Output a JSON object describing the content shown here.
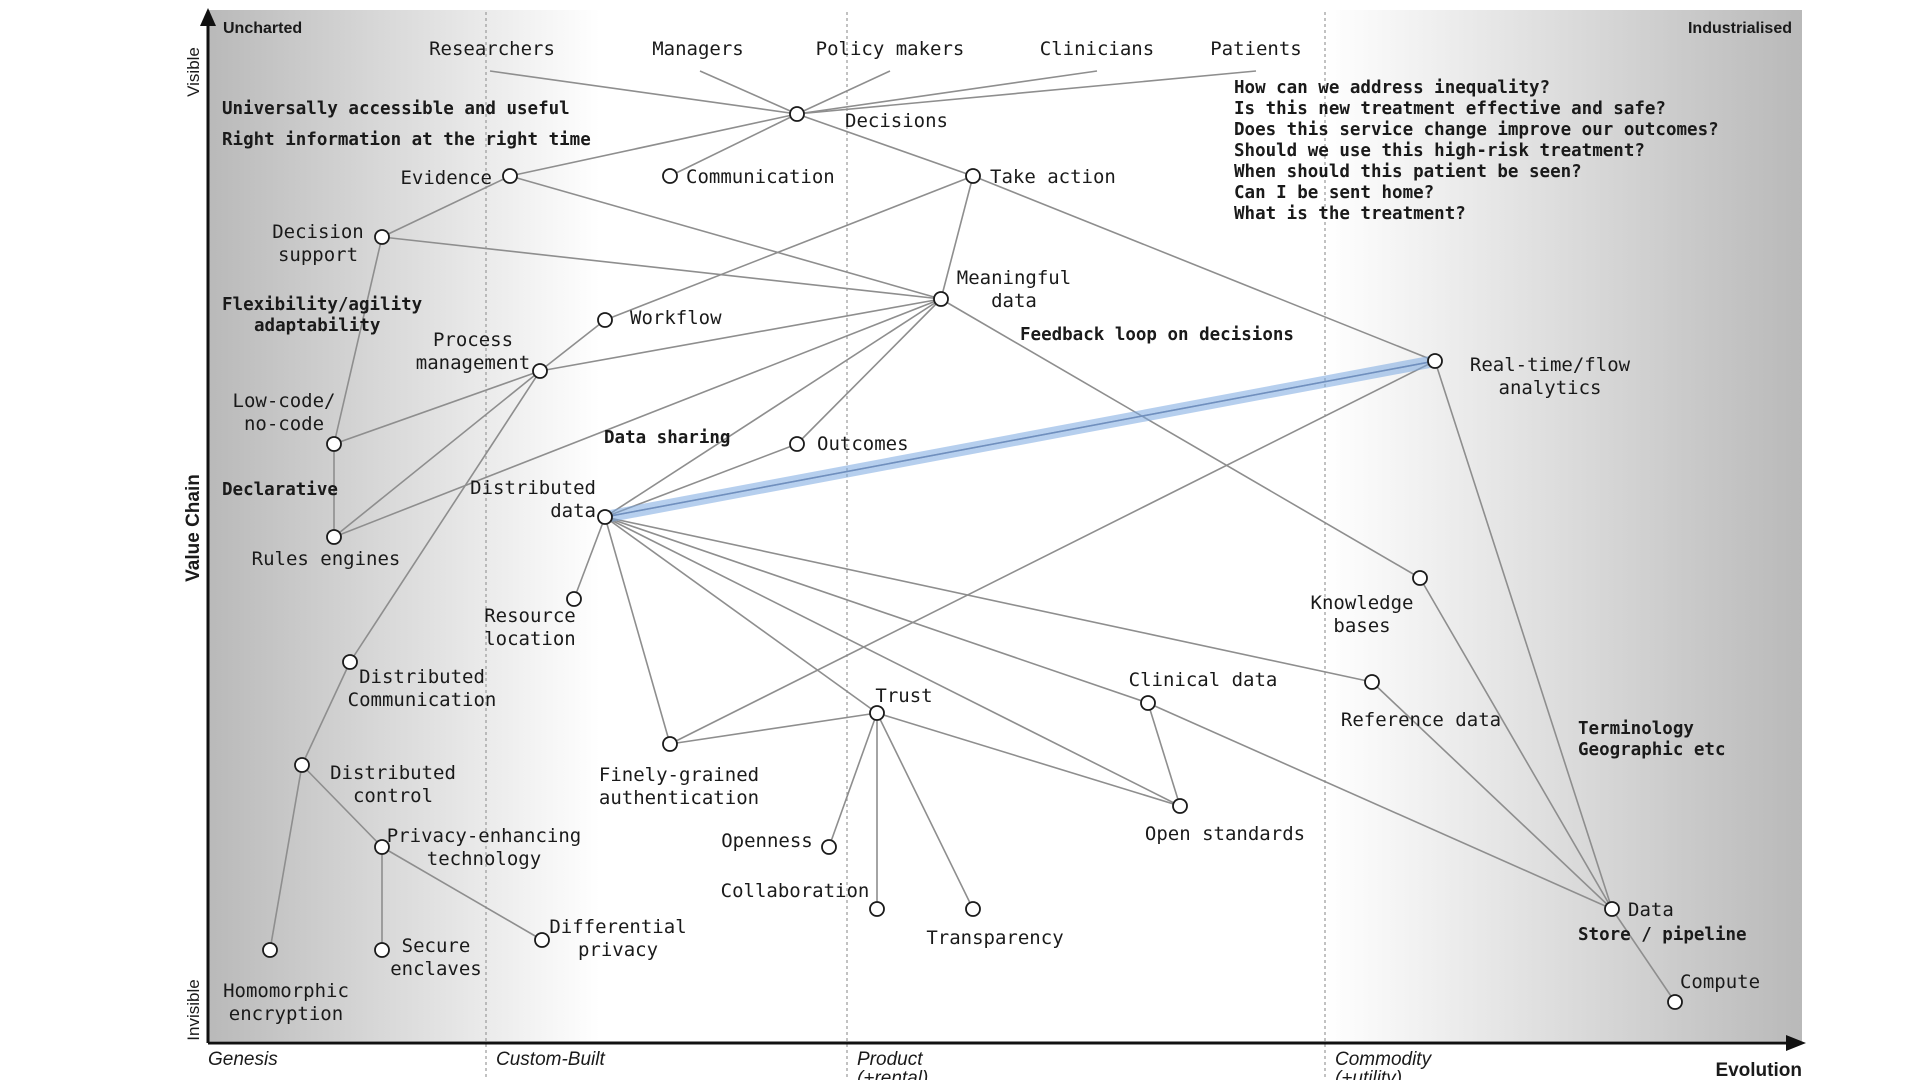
{
  "map": {
    "corners": {
      "uncharted": "Uncharted",
      "industrialised": "Industrialised"
    },
    "axes": {
      "y_title": "Value Chain",
      "y_top": "Visible",
      "y_bottom": "Invisible",
      "x_title": "Evolution"
    },
    "stages": [
      {
        "id": "genesis",
        "lines": [
          "Genesis"
        ]
      },
      {
        "id": "custom",
        "lines": [
          "Custom-Built"
        ]
      },
      {
        "id": "product",
        "lines": [
          "Product",
          "(+rental)"
        ]
      },
      {
        "id": "commodity",
        "lines": [
          "Commodity",
          "(+utility)"
        ]
      }
    ],
    "users": [
      "Researchers",
      "Managers",
      "Policy makers",
      "Clinicians",
      "Patients"
    ],
    "questions": [
      "How can we address inequality?",
      "Is this new treatment effective and safe?",
      "Does this service change improve our outcomes?",
      "Should we use this high-risk treatment?",
      "When should this patient be seen?",
      "Can I be sent home?",
      "What is the treatment?"
    ],
    "notes": {
      "universal": "Universally accessible and useful",
      "right_info": "Right information at the right time",
      "flex_1": "Flexibility/agility",
      "flex_2": "adaptability",
      "declarative": "Declarative",
      "data_sharing": "Data sharing",
      "feedback": "Feedback loop on decisions",
      "terminology_1": "Terminology",
      "terminology_2": "Geographic etc",
      "store": "Store / pipeline"
    },
    "components": [
      {
        "id": "decisions",
        "lines": [
          "Decisions"
        ]
      },
      {
        "id": "evidence",
        "lines": [
          "Evidence"
        ]
      },
      {
        "id": "communication",
        "lines": [
          "Communication"
        ]
      },
      {
        "id": "take-action",
        "lines": [
          "Take action"
        ]
      },
      {
        "id": "decision-support",
        "lines": [
          "Decision",
          "support"
        ]
      },
      {
        "id": "meaningful-data",
        "lines": [
          "Meaningful",
          "data"
        ]
      },
      {
        "id": "workflow",
        "lines": [
          "Workflow"
        ]
      },
      {
        "id": "process-management",
        "lines": [
          "Process",
          "management"
        ]
      },
      {
        "id": "low-code",
        "lines": [
          "Low-code/",
          "no-code"
        ]
      },
      {
        "id": "outcomes",
        "lines": [
          "Outcomes"
        ]
      },
      {
        "id": "distributed-data",
        "lines": [
          "Distributed",
          "data"
        ]
      },
      {
        "id": "rules-engines",
        "lines": [
          "Rules engines"
        ]
      },
      {
        "id": "realtime-analytics",
        "lines": [
          "Real-time/flow",
          "analytics"
        ]
      },
      {
        "id": "resource-location",
        "lines": [
          "Resource",
          "location"
        ]
      },
      {
        "id": "knowledge-bases",
        "lines": [
          "Knowledge",
          "bases"
        ]
      },
      {
        "id": "distributed-communication",
        "lines": [
          "Distributed",
          "Communication"
        ]
      },
      {
        "id": "clinical-data",
        "lines": [
          "Clinical data"
        ]
      },
      {
        "id": "reference-data",
        "lines": [
          "Reference data"
        ]
      },
      {
        "id": "trust",
        "lines": [
          "Trust"
        ]
      },
      {
        "id": "finely-grained-auth",
        "lines": [
          "Finely-grained",
          "authentication"
        ]
      },
      {
        "id": "distributed-control",
        "lines": [
          "Distributed",
          "control"
        ]
      },
      {
        "id": "open-standards",
        "lines": [
          "Open standards"
        ]
      },
      {
        "id": "openness",
        "lines": [
          "Openness"
        ]
      },
      {
        "id": "privacy-enhancing",
        "lines": [
          "Privacy-enhancing",
          "technology"
        ]
      },
      {
        "id": "collaboration",
        "lines": [
          "Collaboration"
        ]
      },
      {
        "id": "transparency",
        "lines": [
          "Transparency"
        ]
      },
      {
        "id": "data",
        "lines": [
          "Data"
        ]
      },
      {
        "id": "differential-privacy",
        "lines": [
          "Differential",
          "privacy"
        ]
      },
      {
        "id": "homomorphic-encryption",
        "lines": [
          "Homomorphic",
          "encryption"
        ]
      },
      {
        "id": "secure-enclaves",
        "lines": [
          "Secure",
          "enclaves"
        ]
      },
      {
        "id": "compute",
        "lines": [
          "Compute"
        ]
      }
    ],
    "links": [
      [
        "decisions",
        "evidence"
      ],
      [
        "decisions",
        "communication"
      ],
      [
        "decisions",
        "take-action"
      ],
      [
        "evidence",
        "decision-support"
      ],
      [
        "evidence",
        "meaningful-data"
      ],
      [
        "decision-support",
        "meaningful-data"
      ],
      [
        "decision-support",
        "low-code"
      ],
      [
        "take-action",
        "workflow"
      ],
      [
        "take-action",
        "meaningful-data"
      ],
      [
        "take-action",
        "realtime-analytics"
      ],
      [
        "workflow",
        "process-management"
      ],
      [
        "meaningful-data",
        "process-management"
      ],
      [
        "meaningful-data",
        "rules-engines"
      ],
      [
        "meaningful-data",
        "outcomes"
      ],
      [
        "meaningful-data",
        "distributed-data"
      ],
      [
        "meaningful-data",
        "knowledge-bases"
      ],
      [
        "process-management",
        "low-code"
      ],
      [
        "process-management",
        "rules-engines"
      ],
      [
        "process-management",
        "distributed-communication"
      ],
      [
        "low-code",
        "rules-engines"
      ],
      [
        "outcomes",
        "distributed-data"
      ],
      [
        "distributed-data",
        "realtime-analytics"
      ],
      [
        "distributed-data",
        "resource-location"
      ],
      [
        "distributed-data",
        "finely-grained-auth"
      ],
      [
        "distributed-data",
        "trust"
      ],
      [
        "distributed-data",
        "clinical-data"
      ],
      [
        "distributed-data",
        "reference-data"
      ],
      [
        "distributed-data",
        "open-standards"
      ],
      [
        "realtime-analytics",
        "finely-grained-auth"
      ],
      [
        "realtime-analytics",
        "data"
      ],
      [
        "knowledge-bases",
        "data"
      ],
      [
        "reference-data",
        "data"
      ],
      [
        "clinical-data",
        "data"
      ],
      [
        "clinical-data",
        "open-standards"
      ],
      [
        "trust",
        "finely-grained-auth"
      ],
      [
        "trust",
        "open-standards"
      ],
      [
        "trust",
        "openness"
      ],
      [
        "trust",
        "collaboration"
      ],
      [
        "trust",
        "transparency"
      ],
      [
        "distributed-communication",
        "distributed-control"
      ],
      [
        "distributed-control",
        "privacy-enhancing"
      ],
      [
        "distributed-control",
        "homomorphic-encryption"
      ],
      [
        "privacy-enhancing",
        "secure-enclaves"
      ],
      [
        "privacy-enhancing",
        "differential-privacy"
      ],
      [
        "data",
        "compute"
      ]
    ],
    "highlight": [
      "distributed-data",
      "realtime-analytics"
    ],
    "colors": {
      "link": "#8e8e8e",
      "highlight": "#7aa7e0",
      "shade": "#bdbdbd"
    }
  }
}
